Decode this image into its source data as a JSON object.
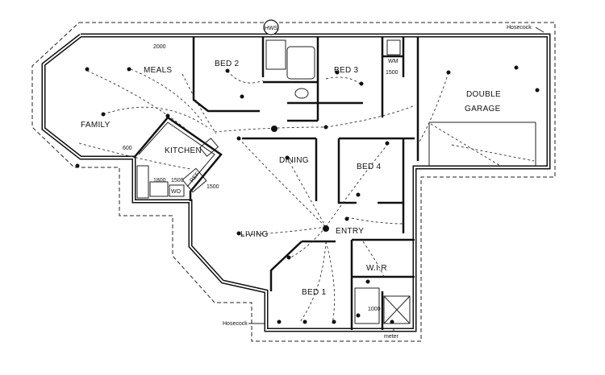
{
  "rooms": {
    "meals": "MEALS",
    "bed2": "BED 2",
    "bed3": "BED 3",
    "double": "DOUBLE",
    "garage": "GARAGE",
    "family": "FAMILY",
    "kitchen": "KITCHEN",
    "dining": "DINING",
    "bed4": "BED 4",
    "living": "LIVING",
    "entry": "ENTRY",
    "wir": "W.I.R",
    "bed1": "BED 1"
  },
  "fixtures": {
    "hws": "HWS",
    "wm": "WM",
    "ref": "REF",
    "wo": "WO"
  },
  "dimensions": {
    "d2000": "2000",
    "d1500_bed3": "1500",
    "d600": "600",
    "d1800": "1800",
    "d1500_kitchen_a": "1500",
    "d1500_kitchen_b": "1500",
    "d1000": "1000"
  },
  "annotations": {
    "hosecock_top": "Hosecock",
    "hosecock_bottom": "Hosecock",
    "meter": "meter"
  }
}
